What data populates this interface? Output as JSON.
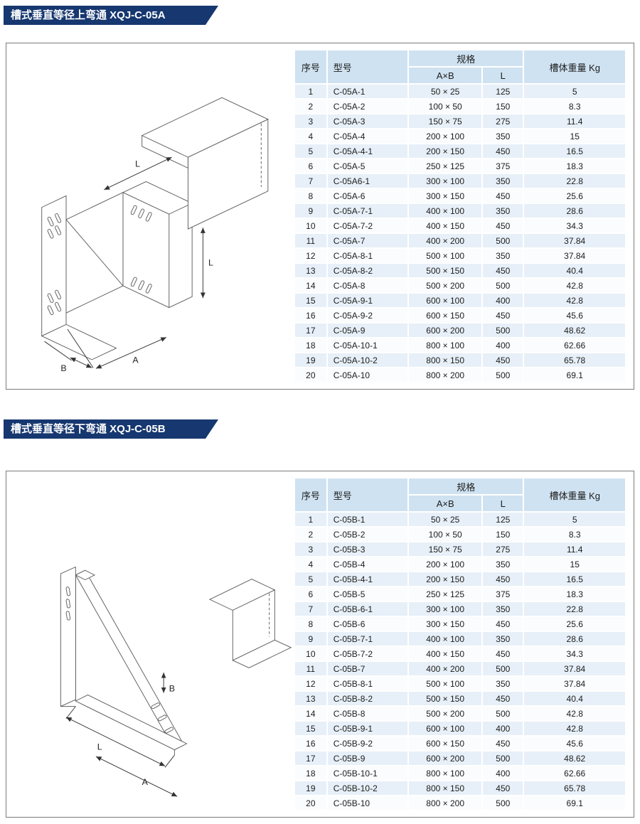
{
  "sections": [
    {
      "banner_title": "槽式垂直等径上弯通 XQJ-C-05A",
      "drawing": {
        "dim_l_top": "L",
        "dim_l_side": "L",
        "dim_a": "A",
        "dim_b": "B"
      },
      "table": {
        "headers": {
          "no": "序号",
          "model": "型号",
          "spec": "规格",
          "axb": "A×B",
          "l": "L",
          "weight": "槽体重量 Kg"
        },
        "rows": [
          [
            "1",
            "C-05A-1",
            "50 × 25",
            "125",
            "5"
          ],
          [
            "2",
            "C-05A-2",
            "100 × 50",
            "150",
            "8.3"
          ],
          [
            "3",
            "C-05A-3",
            "150 × 75",
            "275",
            "11.4"
          ],
          [
            "4",
            "C-05A-4",
            "200 × 100",
            "350",
            "15"
          ],
          [
            "5",
            "C-05A-4-1",
            "200 × 150",
            "450",
            "16.5"
          ],
          [
            "6",
            "C-05A-5",
            "250 × 125",
            "375",
            "18.3"
          ],
          [
            "7",
            "C-05A6-1",
            "300 × 100",
            "350",
            "22.8"
          ],
          [
            "8",
            "C-05A-6",
            "300 × 150",
            "450",
            "25.6"
          ],
          [
            "9",
            "C-05A-7-1",
            "400 × 100",
            "350",
            "28.6"
          ],
          [
            "10",
            "C-05A-7-2",
            "400 × 150",
            "450",
            "34.3"
          ],
          [
            "11",
            "C-05A-7",
            "400 × 200",
            "500",
            "37.84"
          ],
          [
            "12",
            "C-05A-8-1",
            "500 × 100",
            "350",
            "37.84"
          ],
          [
            "13",
            "C-05A-8-2",
            "500 × 150",
            "450",
            "40.4"
          ],
          [
            "14",
            "C-05A-8",
            "500 × 200",
            "500",
            "42.8"
          ],
          [
            "15",
            "C-05A-9-1",
            "600 × 100",
            "400",
            "42.8"
          ],
          [
            "16",
            "C-05A-9-2",
            "600 × 150",
            "450",
            "45.6"
          ],
          [
            "17",
            "C-05A-9",
            "600 × 200",
            "500",
            "48.62"
          ],
          [
            "18",
            "C-05A-10-1",
            "800 × 100",
            "400",
            "62.66"
          ],
          [
            "19",
            "C-05A-10-2",
            "800 × 150",
            "450",
            "65.78"
          ],
          [
            "20",
            "C-05A-10",
            "800 × 200",
            "500",
            "69.1"
          ]
        ]
      }
    },
    {
      "banner_title": "槽式垂直等径下弯通 XQJ-C-05B",
      "drawing": {
        "dim_l": "L",
        "dim_a": "A",
        "dim_b": "B"
      },
      "table": {
        "headers": {
          "no": "序号",
          "model": "型号",
          "spec": "规格",
          "axb": "A×B",
          "l": "L",
          "weight": "槽体重量 Kg"
        },
        "rows": [
          [
            "1",
            "C-05B-1",
            "50 × 25",
            "125",
            "5"
          ],
          [
            "2",
            "C-05B-2",
            "100 × 50",
            "150",
            "8.3"
          ],
          [
            "3",
            "C-05B-3",
            "150 × 75",
            "275",
            "11.4"
          ],
          [
            "4",
            "C-05B-4",
            "200 × 100",
            "350",
            "15"
          ],
          [
            "5",
            "C-05B-4-1",
            "200 × 150",
            "450",
            "16.5"
          ],
          [
            "6",
            "C-05B-5",
            "250 × 125",
            "375",
            "18.3"
          ],
          [
            "7",
            "C-05B-6-1",
            "300 × 100",
            "350",
            "22.8"
          ],
          [
            "8",
            "C-05B-6",
            "300 × 150",
            "450",
            "25.6"
          ],
          [
            "9",
            "C-05B-7-1",
            "400 × 100",
            "350",
            "28.6"
          ],
          [
            "10",
            "C-05B-7-2",
            "400 × 150",
            "450",
            "34.3"
          ],
          [
            "11",
            "C-05B-7",
            "400 × 200",
            "500",
            "37.84"
          ],
          [
            "12",
            "C-05B-8-1",
            "500 × 100",
            "350",
            "37.84"
          ],
          [
            "13",
            "C-05B-8-2",
            "500 × 150",
            "450",
            "40.4"
          ],
          [
            "14",
            "C-05B-8",
            "500 × 200",
            "500",
            "42.8"
          ],
          [
            "15",
            "C-05B-9-1",
            "600 × 100",
            "400",
            "42.8"
          ],
          [
            "16",
            "C-05B-9-2",
            "600 × 150",
            "450",
            "45.6"
          ],
          [
            "17",
            "C-05B-9",
            "600 × 200",
            "500",
            "48.62"
          ],
          [
            "18",
            "C-05B-10-1",
            "800 × 100",
            "400",
            "62.66"
          ],
          [
            "19",
            "C-05B-10-2",
            "800 × 150",
            "450",
            "65.78"
          ],
          [
            "20",
            "C-05B-10",
            "800 × 200",
            "500",
            "69.1"
          ]
        ]
      }
    }
  ]
}
